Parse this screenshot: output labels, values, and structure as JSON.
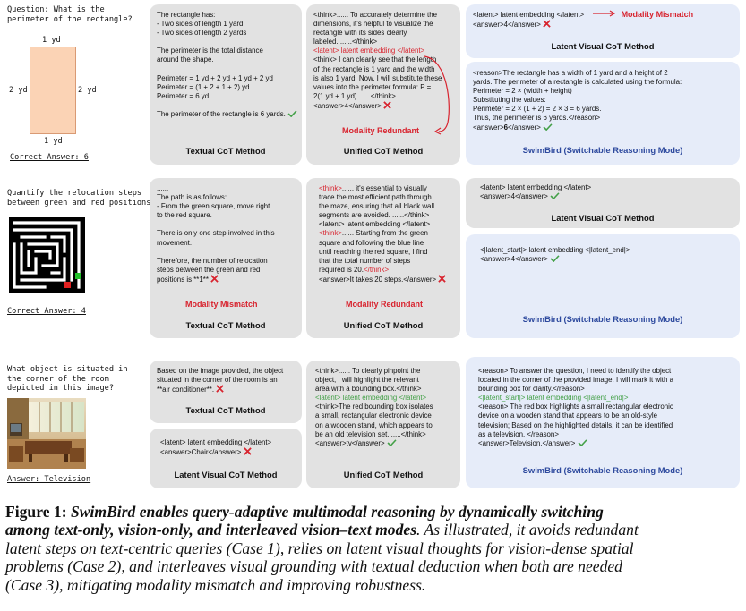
{
  "case1": {
    "question": [
      "Question: What is the",
      "perimeter of the rectangle?"
    ],
    "labels": {
      "top": "1 yd",
      "left": "2 yd",
      "right": "2 yd",
      "bottom": "1 yd"
    },
    "answer": "Correct Answer: 6",
    "textual": {
      "lines": [
        "The rectangle has:",
        "- Two sides of length 1 yard",
        "- Two sides of length 2 yards",
        "",
        "The perimeter is the total distance",
        "around the shape.",
        "",
        "Perimeter = 1 yd + 2 yd + 1 yd + 2 yd",
        "Perimeter = (1 + 2 + 1 + 2) yd",
        "Perimeter = 6 yd",
        "",
        "The perimeter of the rectangle is 6 yards."
      ],
      "title": "Textual CoT Method"
    },
    "unified": {
      "think1": [
        "<think>...... To accurately determine the",
        "dimensions, it's helpful to visualize the",
        "rectangle with its sides clearly",
        "labeled. ......</think>"
      ],
      "latent": "<latent> latent embedding </latent>",
      "think2": [
        "<think> I can clearly see that the length",
        "of the rectangle is 1 yard and the width",
        "is also 1 yard. Now, I will substitute these",
        "values into the perimeter formula: P =",
        "2(1 yd + 1 yd) ......</think>"
      ],
      "answer": "<answer>4</answer>",
      "tag": "Modality Redundant",
      "title": "Unified CoT Method"
    },
    "latent": {
      "line1": "<latent> latent embedding </latent>",
      "tag": "Modality Mismatch",
      "answer": "<answer>4</answer>",
      "title": "Latent Visual CoT Method"
    },
    "swimbird": {
      "lines": [
        "<reason>The rectangle has a width of 1 yard and a height of 2",
        "yards. The perimeter of a rectangle is calculated using the formula:",
        "Perimeter = 2 × (width + height)",
        "Substituting the values:",
        "Perimeter = 2 × (1 + 2) = 2 × 3 = 6 yards.",
        "Thus, the perimeter is 6 yards.</reason>"
      ],
      "answer_a": "<answer>",
      "answer_b": "6",
      "answer_c": "</answer>",
      "title": "SwimBird (Switchable Reasoning Mode)"
    }
  },
  "case2": {
    "question": [
      "Quantify the relocation steps",
      "between green and red positions"
    ],
    "answer": "Correct Answer: 4",
    "textual": {
      "lines": [
        "......",
        "The path is as follows:",
        "- From the green square, move right",
        "to the red square.",
        "",
        "There is only one step involved in this",
        "movement.",
        "",
        "Therefore, the number of relocation",
        "steps between the green and red",
        "positions is **1**"
      ],
      "tag": "Modality Mismatch",
      "title": "Textual CoT Method"
    },
    "unified": {
      "think1_open": "<think>",
      "think1": [
        "...... it's essential to visually",
        "trace the most efficient path through",
        "the maze, ensuring that all black wall",
        "segments are avoided. ......</think>"
      ],
      "latent": "<latent> latent embedding </latent>",
      "think2_open": "<think>",
      "think2": [
        "...... Starting from the green",
        "square and following the blue line",
        "until reaching the red square, I find",
        "that the total number of steps",
        "required is 20."
      ],
      "think2_close": "</think>",
      "answer": "<answer>It takes 20 steps.</answer>",
      "tag": "Modality Redundant",
      "title": "Unified CoT Method"
    },
    "latent": {
      "line1": "<latent> latent embedding </latent>",
      "answer": "<answer>4</answer>",
      "title": "Latent Visual CoT Method"
    },
    "swimbird": {
      "line1": "<|latent_start|> latent embedding <|latent_end|>",
      "answer": "<answer>4</answer>",
      "title": "SwimBird (Switchable Reasoning Mode)"
    }
  },
  "case3": {
    "question": [
      "What object is situated in",
      "the corner of the room",
      "depicted in this image?"
    ],
    "answer": "Answer: Television",
    "textual": {
      "lines": [
        "Based on the image provided, the object",
        "situated in the corner of the room is an",
        "**air conditioner**."
      ],
      "title": "Textual CoT Method"
    },
    "latent": {
      "line1": "<latent> latent embedding </latent>",
      "answer": "<answer>Chair</answer>",
      "title": "Latent Visual CoT Method"
    },
    "unified": {
      "think1": [
        "<think>...... To clearly pinpoint the",
        "object, I will highlight the relevant",
        "area with a bounding box.</think>"
      ],
      "latent": "<latent> latent embedding </latent>",
      "think2": [
        "<think>The red bounding box isolates",
        "a small, rectangular electronic device",
        "on a wooden stand, which appears to",
        "be an old television set.......</think>"
      ],
      "answer": "<answer>tv</answer>",
      "title": "Unified CoT Method"
    },
    "swimbird": {
      "lines1": [
        "<reason> To answer the question, I need to identify the object",
        "located in the corner of the provided image. I will mark it with a",
        "bounding box for clarity.</reason>"
      ],
      "latent": "<|latent_start|> latent embedding <|latent_end|>",
      "lines2": [
        "<reason> The red box highlights a small rectangular electronic",
        "device on a wooden stand that appears to be an old-style",
        "television; Based on the highlighted details, it can be identified",
        "as a television. </reason>"
      ],
      "answer": "<answer>Television.</answer>",
      "title": "SwimBird (Switchable Reasoning Mode)"
    }
  },
  "caption": {
    "label": "Figure 1:",
    "bold_italic_1": "SwimBird enables query-adaptive multimodal reasoning by dynamically switching",
    "bold_italic_2": "among text-only, vision-only, and interleaved vision–text modes",
    "rest_line2": ". As illustrated, it avoids redundant",
    "rest_lines": [
      "latent steps on text-centric queries (Case 1), relies on latent visual thoughts for vision-dense spatial",
      "problems (Case 2), and interleaves visual grounding with textual deduction when both are needed",
      "(Case 3), mitigating modality mismatch and improving robustness."
    ]
  },
  "colors": {
    "red": "#d8242f",
    "green": "#43a047",
    "blue_title": "#2e4a9e",
    "grey_panel": "#e2e2e2",
    "blue_panel": "#e6ecf9",
    "rect_fill": "#fbd3b5"
  }
}
